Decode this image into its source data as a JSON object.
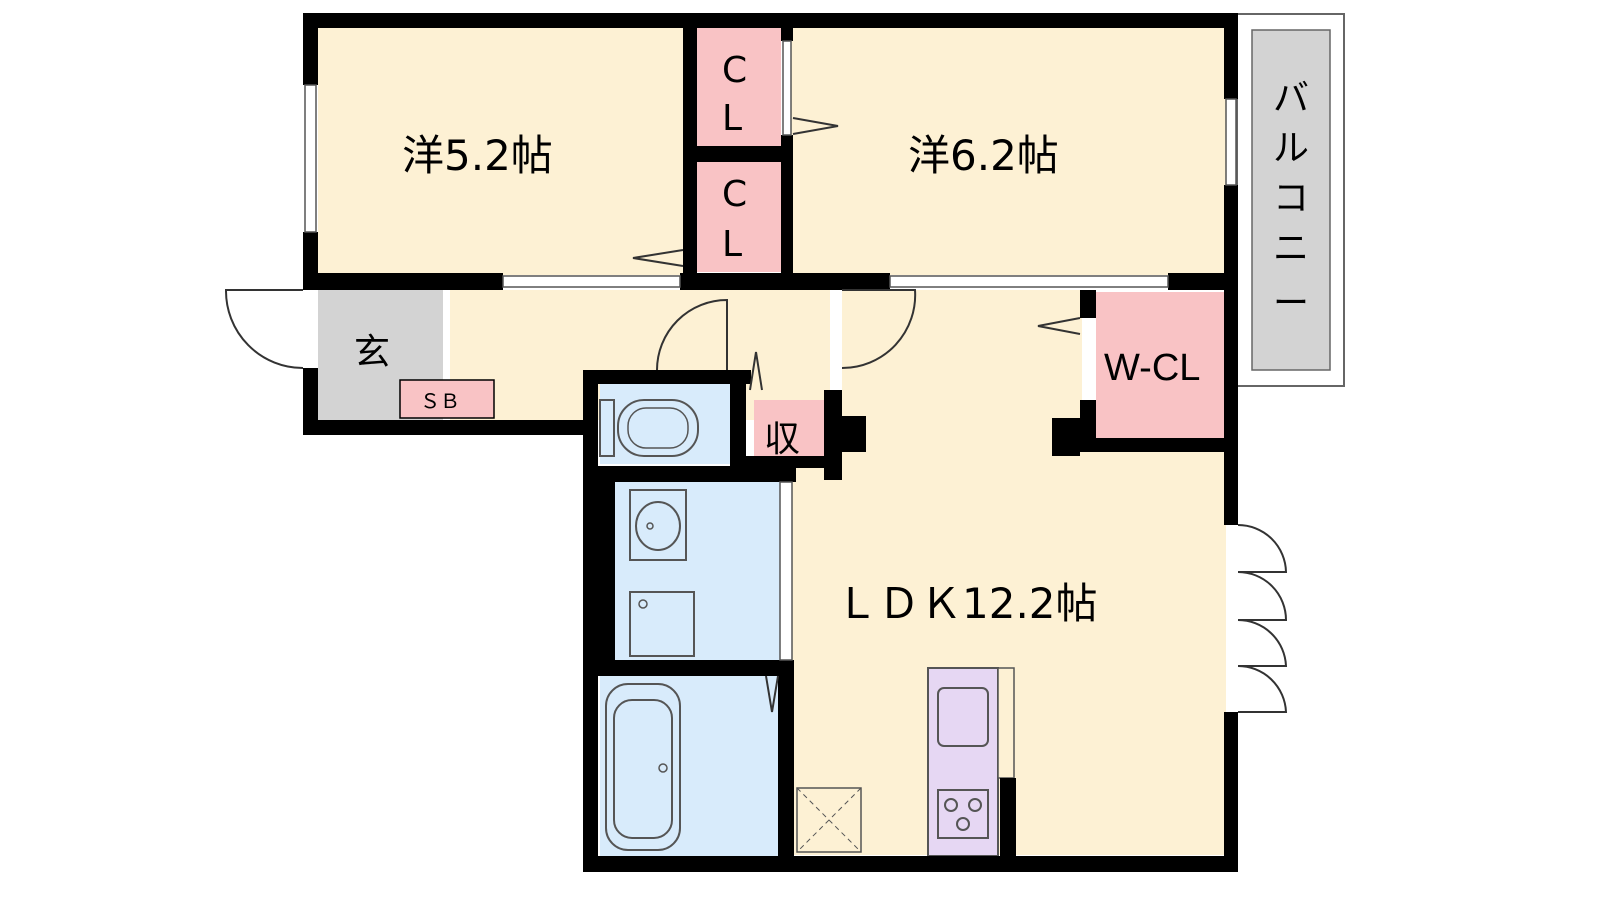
{
  "floorplan": {
    "rooms": {
      "western_room_a": "洋5.2帖",
      "western_room_b": "洋6.2帖",
      "ldk": "ＬＤＫ12.2帖",
      "entrance": "玄",
      "storage": "収",
      "walk_in_closet": "W-CL"
    },
    "closets": {
      "closet_upper_c": "C",
      "closet_upper_l": "L",
      "closet_lower_c": "C",
      "closet_lower_l": "L",
      "shoe_box": "ＳＢ"
    },
    "balcony": {
      "chars": [
        "バ",
        "ル",
        "コ",
        "ニ",
        "ー"
      ]
    },
    "colors": {
      "room": "#fdf1d4",
      "closet": "#f9c3c5",
      "wet_area": "#d8ebfb",
      "entrance": "#d3d3d3",
      "kitchen": "#e6d7f3",
      "wall": "#000000"
    }
  }
}
